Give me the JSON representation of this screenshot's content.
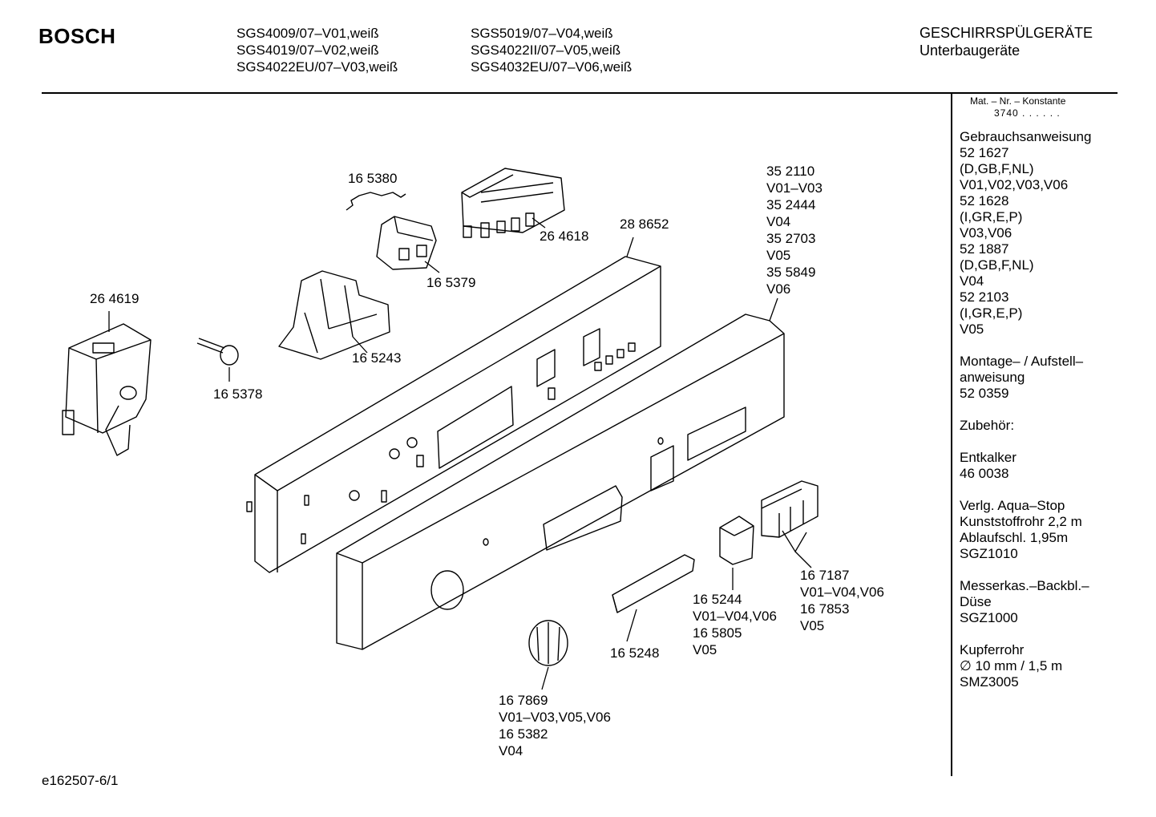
{
  "header": {
    "brand": "BOSCH",
    "models_col1": [
      "SGS4009/07–V01,weiß",
      "SGS4019/07–V02,weiß",
      "SGS4022EU/07–V03,weiß"
    ],
    "models_col2": [
      "SGS5019/07–V04,weiß",
      "SGS4022II/07–V05,weiß",
      "SGS4032EU/07–V06,weiß"
    ],
    "category": "GESCHIRRSPÜLGERÄTE",
    "subcategory": "Unterbaugeräte"
  },
  "sidebar": {
    "mat_title": "Mat. – Nr. – Konstante",
    "mat_value": "3740  .  .    .  .  .  .",
    "lines": [
      "Gebrauchsanweisung",
      "52 1627",
      "(D,GB,F,NL)",
      "V01,V02,V03,V06",
      "52 1628",
      "(I,GR,E,P)",
      "V03,V06",
      "52 1887",
      "(D,GB,F,NL)",
      "V04",
      "52 2103",
      "(I,GR,E,P)",
      "V05",
      "",
      "Montage– / Aufstell–",
      "anweisung",
      "52 0359",
      "",
      "Zubehör:",
      "",
      "Entkalker",
      "46 0038",
      "",
      "Verlg. Aqua–Stop",
      "Kunststoffrohr 2,2 m",
      "Ablaufschl. 1,95m",
      "SGZ1010",
      "",
      "Messerkas.–Backbl.–",
      "Düse",
      "SGZ1000",
      "",
      "Kupferrohr",
      "∅ 10 mm / 1,5 m",
      "SMZ3005"
    ]
  },
  "parts": {
    "p165380": [
      "16 5380"
    ],
    "p264618": [
      "26 4618"
    ],
    "p165379": [
      "16 5379"
    ],
    "p288652": [
      "28 8652"
    ],
    "p352110": [
      "35 2110",
      "V01–V03",
      "35 2444",
      "V04",
      "35 2703",
      "V05",
      "35 5849",
      "V06"
    ],
    "p264619": [
      "26 4619"
    ],
    "p165378": [
      "16 5378"
    ],
    "p165243": [
      "16 5243"
    ],
    "p165244": [
      "16 5244",
      "V01–V04,V06",
      "16 5805",
      "V05"
    ],
    "p167187": [
      "16 7187",
      "V01–V04,V06",
      "16 7853",
      "V05"
    ],
    "p165248": [
      "16 5248"
    ],
    "p167869": [
      "16 7869",
      "V01–V03,V05,V06",
      "16 5382",
      "V04"
    ]
  },
  "footer": {
    "ref": "e162507-6/1"
  }
}
